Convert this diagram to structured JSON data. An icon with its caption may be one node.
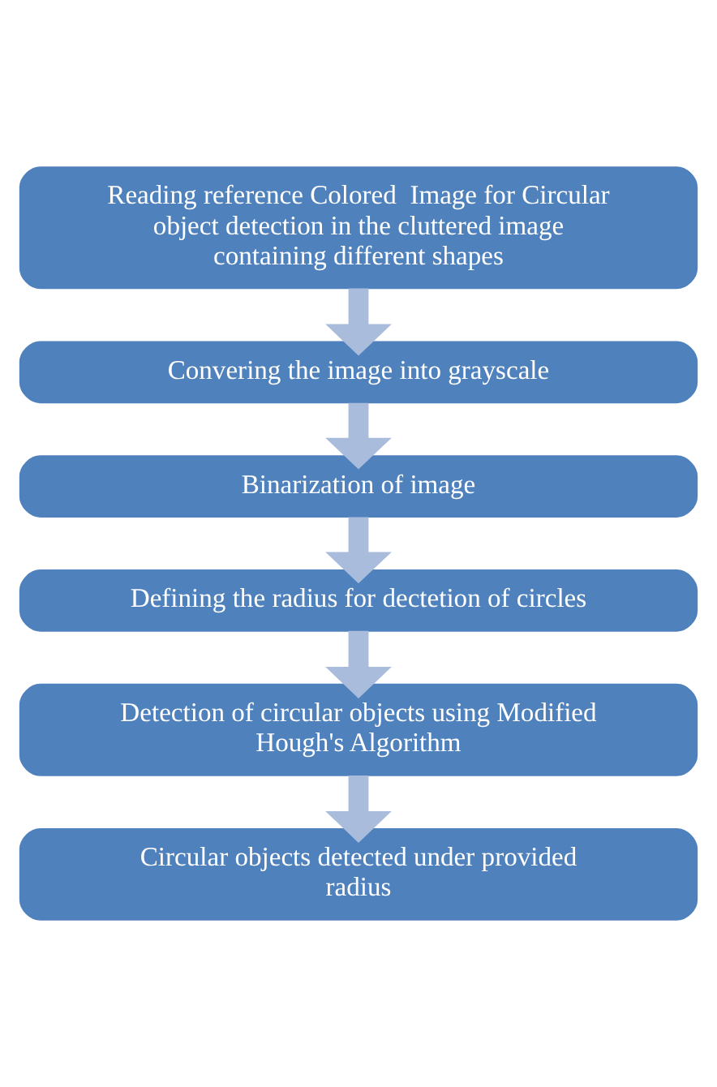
{
  "diagram": {
    "nodes": [
      {
        "text": [
          "Reading reference Colored  Image for Circular object detection in the cluttered image containing different shapes"
        ]
      },
      {
        "text": [
          "Convering the image into grayscale"
        ]
      },
      {
        "text": [
          "Binarization of image"
        ]
      },
      {
        "text": [
          "Defining the radius for dectetion of circles"
        ]
      },
      {
        "text": [
          "Detection of circular objects using Modified Hough's Algorithm"
        ]
      },
      {
        "text": [
          "Circular objects detected under provided radius"
        ]
      }
    ],
    "edges": [
      {
        "from": 0,
        "to": 1,
        "arrow": "to"
      },
      {
        "from": 1,
        "to": 2,
        "arrow": "to"
      },
      {
        "from": 2,
        "to": 3,
        "arrow": "to"
      },
      {
        "from": 3,
        "to": 4,
        "arrow": "to"
      },
      {
        "from": 4,
        "to": 5,
        "arrow": "to"
      }
    ]
  }
}
